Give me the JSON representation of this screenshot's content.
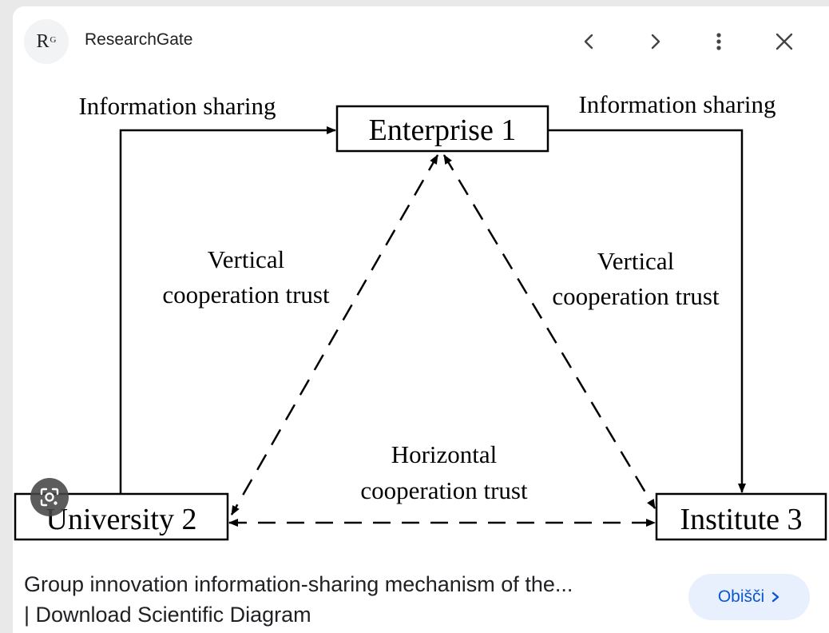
{
  "header": {
    "source_logo_text": "R",
    "source_logo_sup": "G",
    "source_name": "ResearchGate",
    "icons": [
      "chevron-left-icon",
      "chevron-right-icon",
      "more-vert-icon",
      "close-icon"
    ]
  },
  "diagram": {
    "nodes": {
      "enterprise": "Enterprise 1",
      "university": "University 2",
      "institute": "Institute 3"
    },
    "labels": {
      "info_left": "Information sharing",
      "info_right": "Information sharing",
      "vertical_left_1": "Vertical",
      "vertical_left_2": "cooperation trust",
      "vertical_right_1": "Vertical",
      "vertical_right_2": "cooperation trust",
      "horizontal_1": "Horizontal",
      "horizontal_2": "cooperation trust"
    }
  },
  "lens_icon": "google-lens-icon",
  "caption": {
    "line1": "Group innovation information-sharing mechanism of the...",
    "line2": "| Download Scientific Diagram"
  },
  "visit_button": {
    "label": "Obišči",
    "icon": "chevron-right-icon"
  },
  "colors": {
    "accent": "#0b57d0",
    "button_bg": "#e8f0fe",
    "text": "#202124"
  }
}
